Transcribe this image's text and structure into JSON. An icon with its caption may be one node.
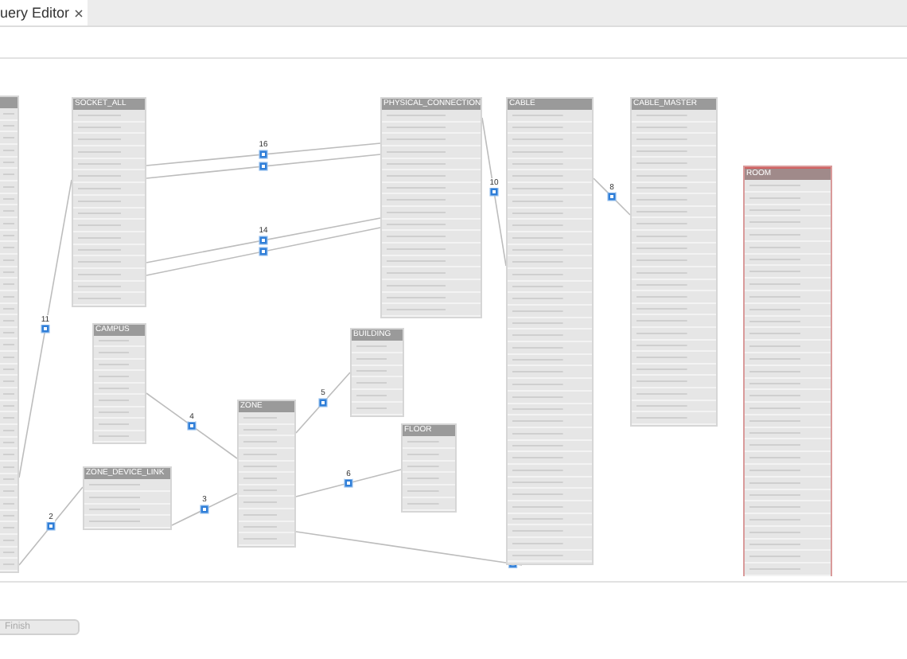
{
  "diagram": {
    "nodes": [
      {
        "text": [],
        "shape": "box"
      },
      {
        "text": [
          "SOCKET_ALL"
        ]
      },
      {
        "text": [
          "PHYSICAL_CONNECTION"
        ]
      },
      {
        "text": [
          "CABLE"
        ]
      },
      {
        "text": [
          "CABLE_MASTER"
        ]
      },
      {
        "text": [
          "ROOM"
        ]
      },
      {
        "text": [
          "CAMPUS"
        ]
      },
      {
        "text": [
          "BUILDING"
        ]
      },
      {
        "text": [
          "ZONE"
        ]
      },
      {
        "text": [
          "FLOOR"
        ]
      },
      {
        "text": [
          "ZONE_DEVICE_LINK"
        ]
      }
    ],
    "edges": [
      {
        "from": 1,
        "to": 2,
        "arrow": "none",
        "label": "16"
      },
      {
        "from": 1,
        "to": 2,
        "arrow": "none"
      },
      {
        "from": 1,
        "to": 2,
        "arrow": "none",
        "label": "14"
      },
      {
        "from": 1,
        "to": 2,
        "arrow": "none"
      },
      {
        "from": 2,
        "to": 3,
        "arrow": "none",
        "label": "10"
      },
      {
        "from": 3,
        "to": 4,
        "arrow": "none",
        "label": "8"
      },
      {
        "from": 0,
        "to": 1,
        "arrow": "none",
        "label": "11"
      },
      {
        "from": 0,
        "to": 10,
        "arrow": "none",
        "label": "2"
      },
      {
        "from": 6,
        "to": 8,
        "arrow": "none",
        "label": "4"
      },
      {
        "from": 10,
        "to": 8,
        "arrow": "none",
        "label": "3"
      },
      {
        "from": 8,
        "to": 7,
        "arrow": "none",
        "label": "5"
      },
      {
        "from": 8,
        "to": 9,
        "arrow": "none",
        "label": "6"
      },
      {
        "from": 8,
        "to": 3,
        "arrow": "none"
      }
    ],
    "labels": [
      "uery Editor",
      "Finish"
    ]
  }
}
